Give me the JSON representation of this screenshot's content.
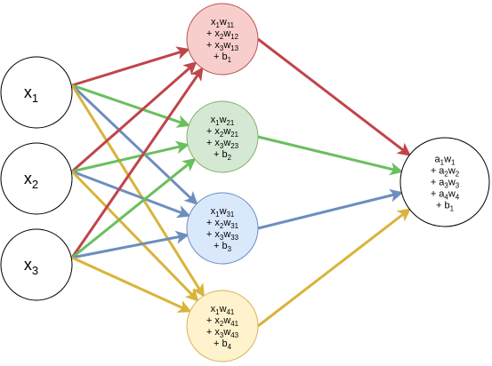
{
  "diagram": {
    "inputs": [
      {
        "id": "x1",
        "name": "x",
        "sub": "1"
      },
      {
        "id": "x2",
        "name": "x",
        "sub": "2"
      },
      {
        "id": "x3",
        "name": "x",
        "sub": "3"
      }
    ],
    "hidden": [
      {
        "id": "h1",
        "color": "#f8cecc",
        "stroke": "#b85450",
        "edge": "#c0454a",
        "lines": [
          [
            {
              "t": "x"
            },
            {
              "t": "1",
              "s": 1
            },
            {
              "t": "w"
            },
            {
              "t": "11",
              "s": 1
            }
          ],
          [
            {
              "t": "+ x"
            },
            {
              "t": "2",
              "s": 1
            },
            {
              "t": "w"
            },
            {
              "t": "12",
              "s": 1
            }
          ],
          [
            {
              "t": "+ x"
            },
            {
              "t": "3",
              "s": 1
            },
            {
              "t": "w"
            },
            {
              "t": "13",
              "s": 1
            }
          ],
          [
            {
              "t": "+ b"
            },
            {
              "t": "1",
              "s": 1
            }
          ]
        ]
      },
      {
        "id": "h2",
        "color": "#d5e8d4",
        "stroke": "#82b366",
        "edge": "#6abf5e",
        "lines": [
          [
            {
              "t": "x"
            },
            {
              "t": "1",
              "s": 1
            },
            {
              "t": "w"
            },
            {
              "t": "21",
              "s": 1
            }
          ],
          [
            {
              "t": "+ x"
            },
            {
              "t": "2",
              "s": 1
            },
            {
              "t": "w"
            },
            {
              "t": "21",
              "s": 1
            }
          ],
          [
            {
              "t": "+ x"
            },
            {
              "t": "3",
              "s": 1
            },
            {
              "t": "w"
            },
            {
              "t": "23",
              "s": 1
            }
          ],
          [
            {
              "t": "+ b"
            },
            {
              "t": "2",
              "s": 1
            }
          ]
        ]
      },
      {
        "id": "h3",
        "color": "#dae8fc",
        "stroke": "#6c8ebf",
        "edge": "#6c8ebf",
        "lines": [
          [
            {
              "t": "x"
            },
            {
              "t": "1",
              "s": 1
            },
            {
              "t": "w"
            },
            {
              "t": "31",
              "s": 1
            }
          ],
          [
            {
              "t": "+ x"
            },
            {
              "t": "2",
              "s": 1
            },
            {
              "t": "w"
            },
            {
              "t": "31",
              "s": 1
            }
          ],
          [
            {
              "t": "+ x"
            },
            {
              "t": "3",
              "s": 1
            },
            {
              "t": "w"
            },
            {
              "t": "33",
              "s": 1
            }
          ],
          [
            {
              "t": "+ b"
            },
            {
              "t": "3",
              "s": 1
            }
          ]
        ]
      },
      {
        "id": "h4",
        "color": "#fff2cc",
        "stroke": "#d6b656",
        "edge": "#d9b43a",
        "lines": [
          [
            {
              "t": "x"
            },
            {
              "t": "1",
              "s": 1
            },
            {
              "t": "w"
            },
            {
              "t": "41",
              "s": 1
            }
          ],
          [
            {
              "t": "+ x"
            },
            {
              "t": "2",
              "s": 1
            },
            {
              "t": "w"
            },
            {
              "t": "41",
              "s": 1
            }
          ],
          [
            {
              "t": "+ x"
            },
            {
              "t": "3",
              "s": 1
            },
            {
              "t": "w"
            },
            {
              "t": "43",
              "s": 1
            }
          ],
          [
            {
              "t": "+ b"
            },
            {
              "t": "4",
              "s": 1
            }
          ]
        ]
      }
    ],
    "output": {
      "id": "out",
      "lines": [
        [
          {
            "t": "a"
          },
          {
            "t": "1",
            "s": 1
          },
          {
            "t": "w"
          },
          {
            "t": "1",
            "s": 1
          }
        ],
        [
          {
            "t": "+ a"
          },
          {
            "t": "2",
            "s": 1
          },
          {
            "t": "w"
          },
          {
            "t": "2",
            "s": 1
          }
        ],
        [
          {
            "t": "+ a"
          },
          {
            "t": "3",
            "s": 1
          },
          {
            "t": "w"
          },
          {
            "t": "3",
            "s": 1
          }
        ],
        [
          {
            "t": "+ a"
          },
          {
            "t": "4",
            "s": 1
          },
          {
            "t": "w"
          },
          {
            "t": "4",
            "s": 1
          }
        ],
        [
          {
            "t": "+ b"
          },
          {
            "t": "1",
            "s": 1
          }
        ]
      ]
    }
  }
}
